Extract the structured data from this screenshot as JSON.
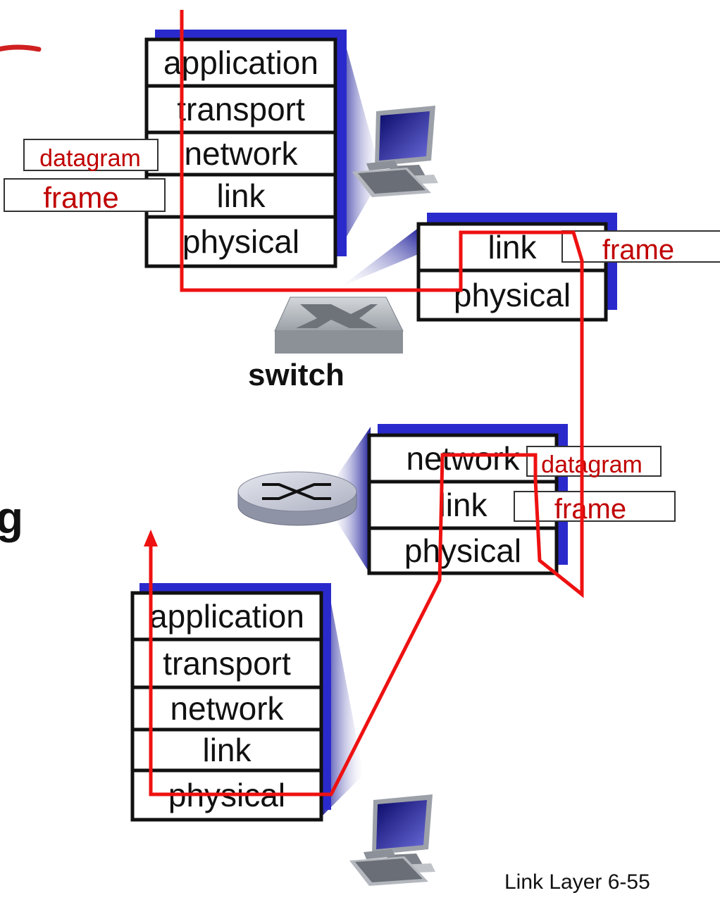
{
  "source_host": {
    "layers": [
      "application",
      "transport",
      "network",
      "link",
      "physical"
    ],
    "labels": [
      "datagram",
      "frame"
    ]
  },
  "switch": {
    "caption": "switch",
    "layers": [
      "link",
      "physical"
    ],
    "labels": [
      "frame"
    ]
  },
  "router": {
    "layers": [
      "network",
      "link",
      "physical"
    ],
    "labels": [
      "datagram",
      "frame"
    ]
  },
  "dest_host": {
    "layers": [
      "application",
      "transport",
      "network",
      "link",
      "physical"
    ]
  },
  "partial_text": "g",
  "footer": "Link Layer  6-55",
  "colors": {
    "path": "#ee1111",
    "shadow": "#2a2acc",
    "label_text": "#c00000"
  },
  "icons": [
    "desktop-computer-icon",
    "switch-icon",
    "router-icon"
  ]
}
